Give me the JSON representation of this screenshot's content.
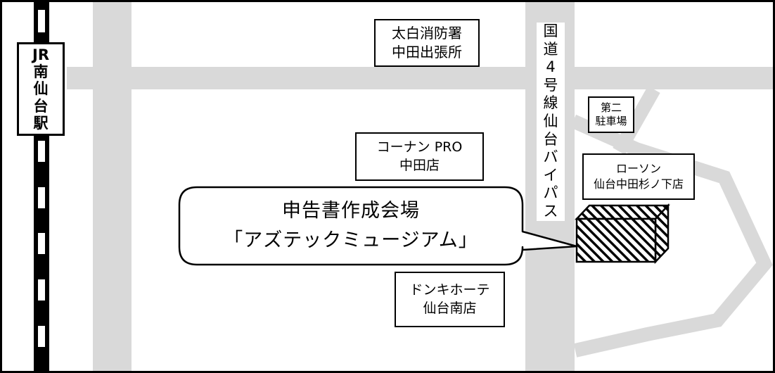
{
  "station": {
    "chars": [
      "JR",
      "南",
      "仙",
      "台",
      "駅"
    ]
  },
  "highway": {
    "chars": [
      "国",
      "道",
      "4",
      "号",
      "線",
      "仙",
      "台",
      "バ",
      "イ",
      "パ",
      "ス"
    ]
  },
  "landmarks": {
    "fire_station": {
      "line1": "太白消防署",
      "line2": "中田出張所"
    },
    "konan_pro": {
      "line1": "コーナン PRO",
      "line2": "中田店"
    },
    "parking2": {
      "line1": "第二",
      "line2": "駐車場"
    },
    "lawson": {
      "line1": "ローソン",
      "line2": "仙台中田杉ノ下店"
    },
    "donki": {
      "line1": "ドンキホーテ",
      "line2": "仙台南店"
    }
  },
  "venue": {
    "line1": "申告書作成会場",
    "line2": "「アズテックミュージアム」"
  },
  "colors": {
    "road": "#d9d9d9",
    "line": "#000000",
    "background": "#ffffff"
  }
}
